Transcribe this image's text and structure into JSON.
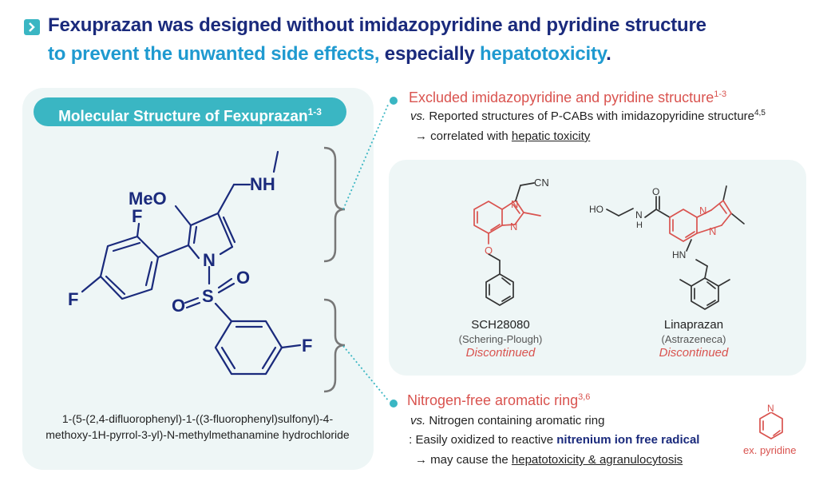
{
  "headline": {
    "line1": "Fexuprazan was designed without imidazopyridine and pyridine structure",
    "line2_part1": "to prevent the unwanted side effects,",
    "line2_part2": " especially ",
    "line2_part3": "hepatotoxicity",
    "line2_part4": "."
  },
  "left": {
    "title": "Molecular Structure of Fexuprazan",
    "title_ref": "1-3",
    "iupac_line1": "1-(5-(2,4-difluorophenyl)-1-((3-fluorophenyl)sulfonyl)-4-",
    "iupac_line2": "methoxy-1H-pyrrol-3-yl)-N-methylmethanamine hydrochloride",
    "atoms": {
      "nh": "NH",
      "meo": "MeO",
      "f_top": "F",
      "f_left": "F",
      "n": "N",
      "s": "S",
      "o_top": "O",
      "o_left": "O",
      "f_right": "F"
    }
  },
  "section1": {
    "title": "Excluded imidazopyridine and pyridine structure",
    "title_ref": "1-3",
    "vs": "vs.",
    "line1": " Reported structures of P-CABs with imidazopyridine structure",
    "line1_ref": "4,5",
    "line2_prefix": "→ correlated with ",
    "line2_link": "hepatic toxicity"
  },
  "drugs": [
    {
      "name": "SCH28080",
      "company": "(Schering-Plough)",
      "status": "Discontinued"
    },
    {
      "name": "Linaprazan",
      "company": "(Astrazeneca)",
      "status": "Discontinued"
    }
  ],
  "drug_atoms": {
    "cn": "CN",
    "n1": "N",
    "n2": "N",
    "o": "O",
    "ho": "HO",
    "n_amide": "N",
    "h_amide": "H",
    "o_amide": "O",
    "n3": "N",
    "n4": "N",
    "hn": "HN"
  },
  "section2": {
    "title": "Nitrogen-free aromatic ring",
    "title_ref": "3,6",
    "vs": "vs.",
    "line1": " Nitrogen containing aromatic ring",
    "line2_prefix": " : Easily oxidized to reactive ",
    "line2_bold": "nitrenium ion free radical",
    "line3_prefix": "→ may cause the ",
    "line3_link": "hepatotoxicity & agranulocytosis"
  },
  "example": {
    "label": "ex. pyridine",
    "atom": "N"
  },
  "colors": {
    "navy": "#1a2a7c",
    "cyan": "#1f9ad0",
    "teal": "#3ab6c3",
    "red": "#d9534f",
    "panel": "#eef6f6"
  }
}
